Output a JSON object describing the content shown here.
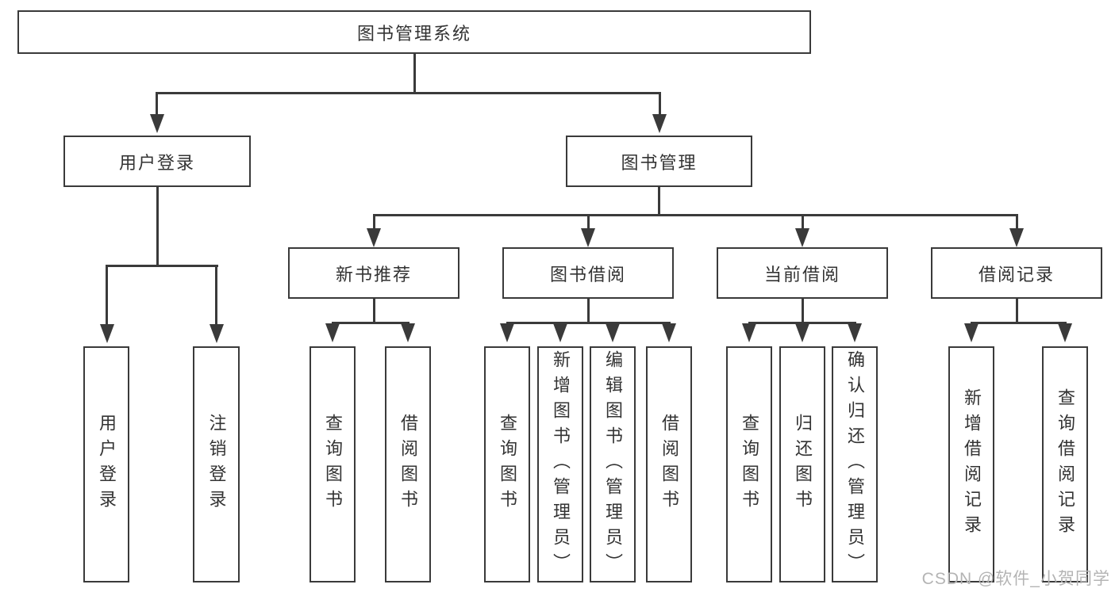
{
  "root": {
    "label": "图书管理系统"
  },
  "level2": [
    {
      "label": "用户登录"
    },
    {
      "label": "图书管理"
    }
  ],
  "level3": [
    {
      "label": "新书推荐"
    },
    {
      "label": "图书借阅"
    },
    {
      "label": "当前借阅"
    },
    {
      "label": "借阅记录"
    }
  ],
  "leaves": {
    "user_login": [
      {
        "label": "用户登录"
      },
      {
        "label": "注销登录"
      }
    ],
    "new_book_recommend": [
      {
        "label": "查询图书"
      },
      {
        "label": "借阅图书"
      }
    ],
    "book_borrow": [
      {
        "label": "查询图书"
      },
      {
        "label": "新增图书（管理员）"
      },
      {
        "label": "编辑图书（管理员）"
      },
      {
        "label": "借阅图书"
      }
    ],
    "current_borrow": [
      {
        "label": "查询图书"
      },
      {
        "label": "归还图书"
      },
      {
        "label": "确认归还（管理员）"
      }
    ],
    "borrow_records": [
      {
        "label": "新增借阅记录"
      },
      {
        "label": "查询借阅记录"
      }
    ]
  },
  "watermark": {
    "text": "CSDN @软件_小贺同学"
  },
  "colors": {
    "line": "#3a3a3a",
    "text": "#333333",
    "background": "#ffffff",
    "watermark": "#b4b4b4"
  }
}
